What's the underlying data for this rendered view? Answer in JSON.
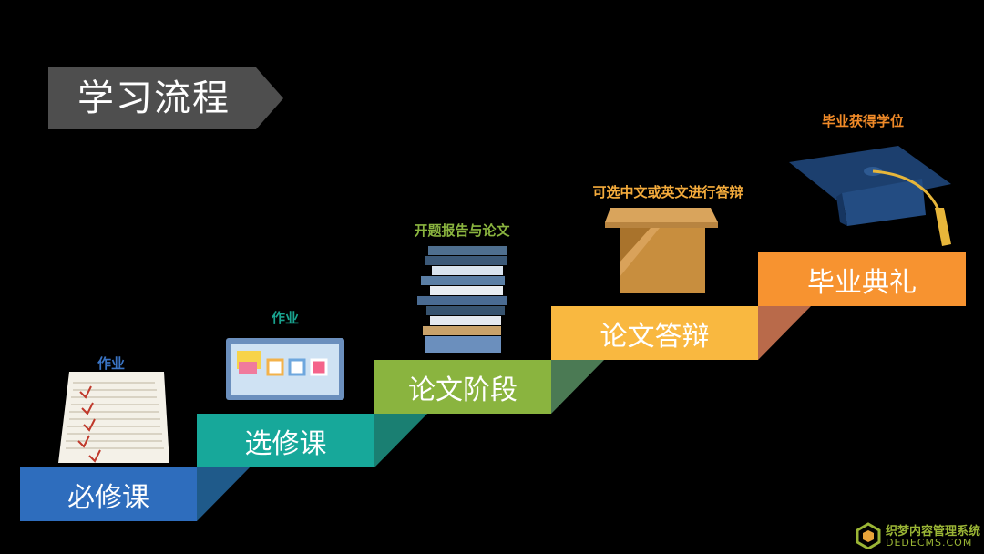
{
  "title": "学习流程",
  "steps": [
    {
      "label": "必修课",
      "caption": "作业",
      "color": "#2e6dbd",
      "caption_color": "#3a74c4"
    },
    {
      "label": "选修课",
      "caption": "作业",
      "color": "#17a89a",
      "caption_color": "#19a38f"
    },
    {
      "label": "论文阶段",
      "caption": "开题报告与论文",
      "color": "#8ab43f",
      "caption_color": "#8ab43f"
    },
    {
      "label": "论文答辩",
      "caption": "可选中文或英文进行答辩",
      "color": "#f9b840",
      "caption_color": "#f5ac3c"
    },
    {
      "label": "毕业典礼",
      "caption": "毕业获得学位",
      "color": "#f79330",
      "caption_color": "#f08a28"
    }
  ],
  "watermark": {
    "line1": "织梦内容管理系统",
    "line2": "DEDECMS.COM"
  }
}
